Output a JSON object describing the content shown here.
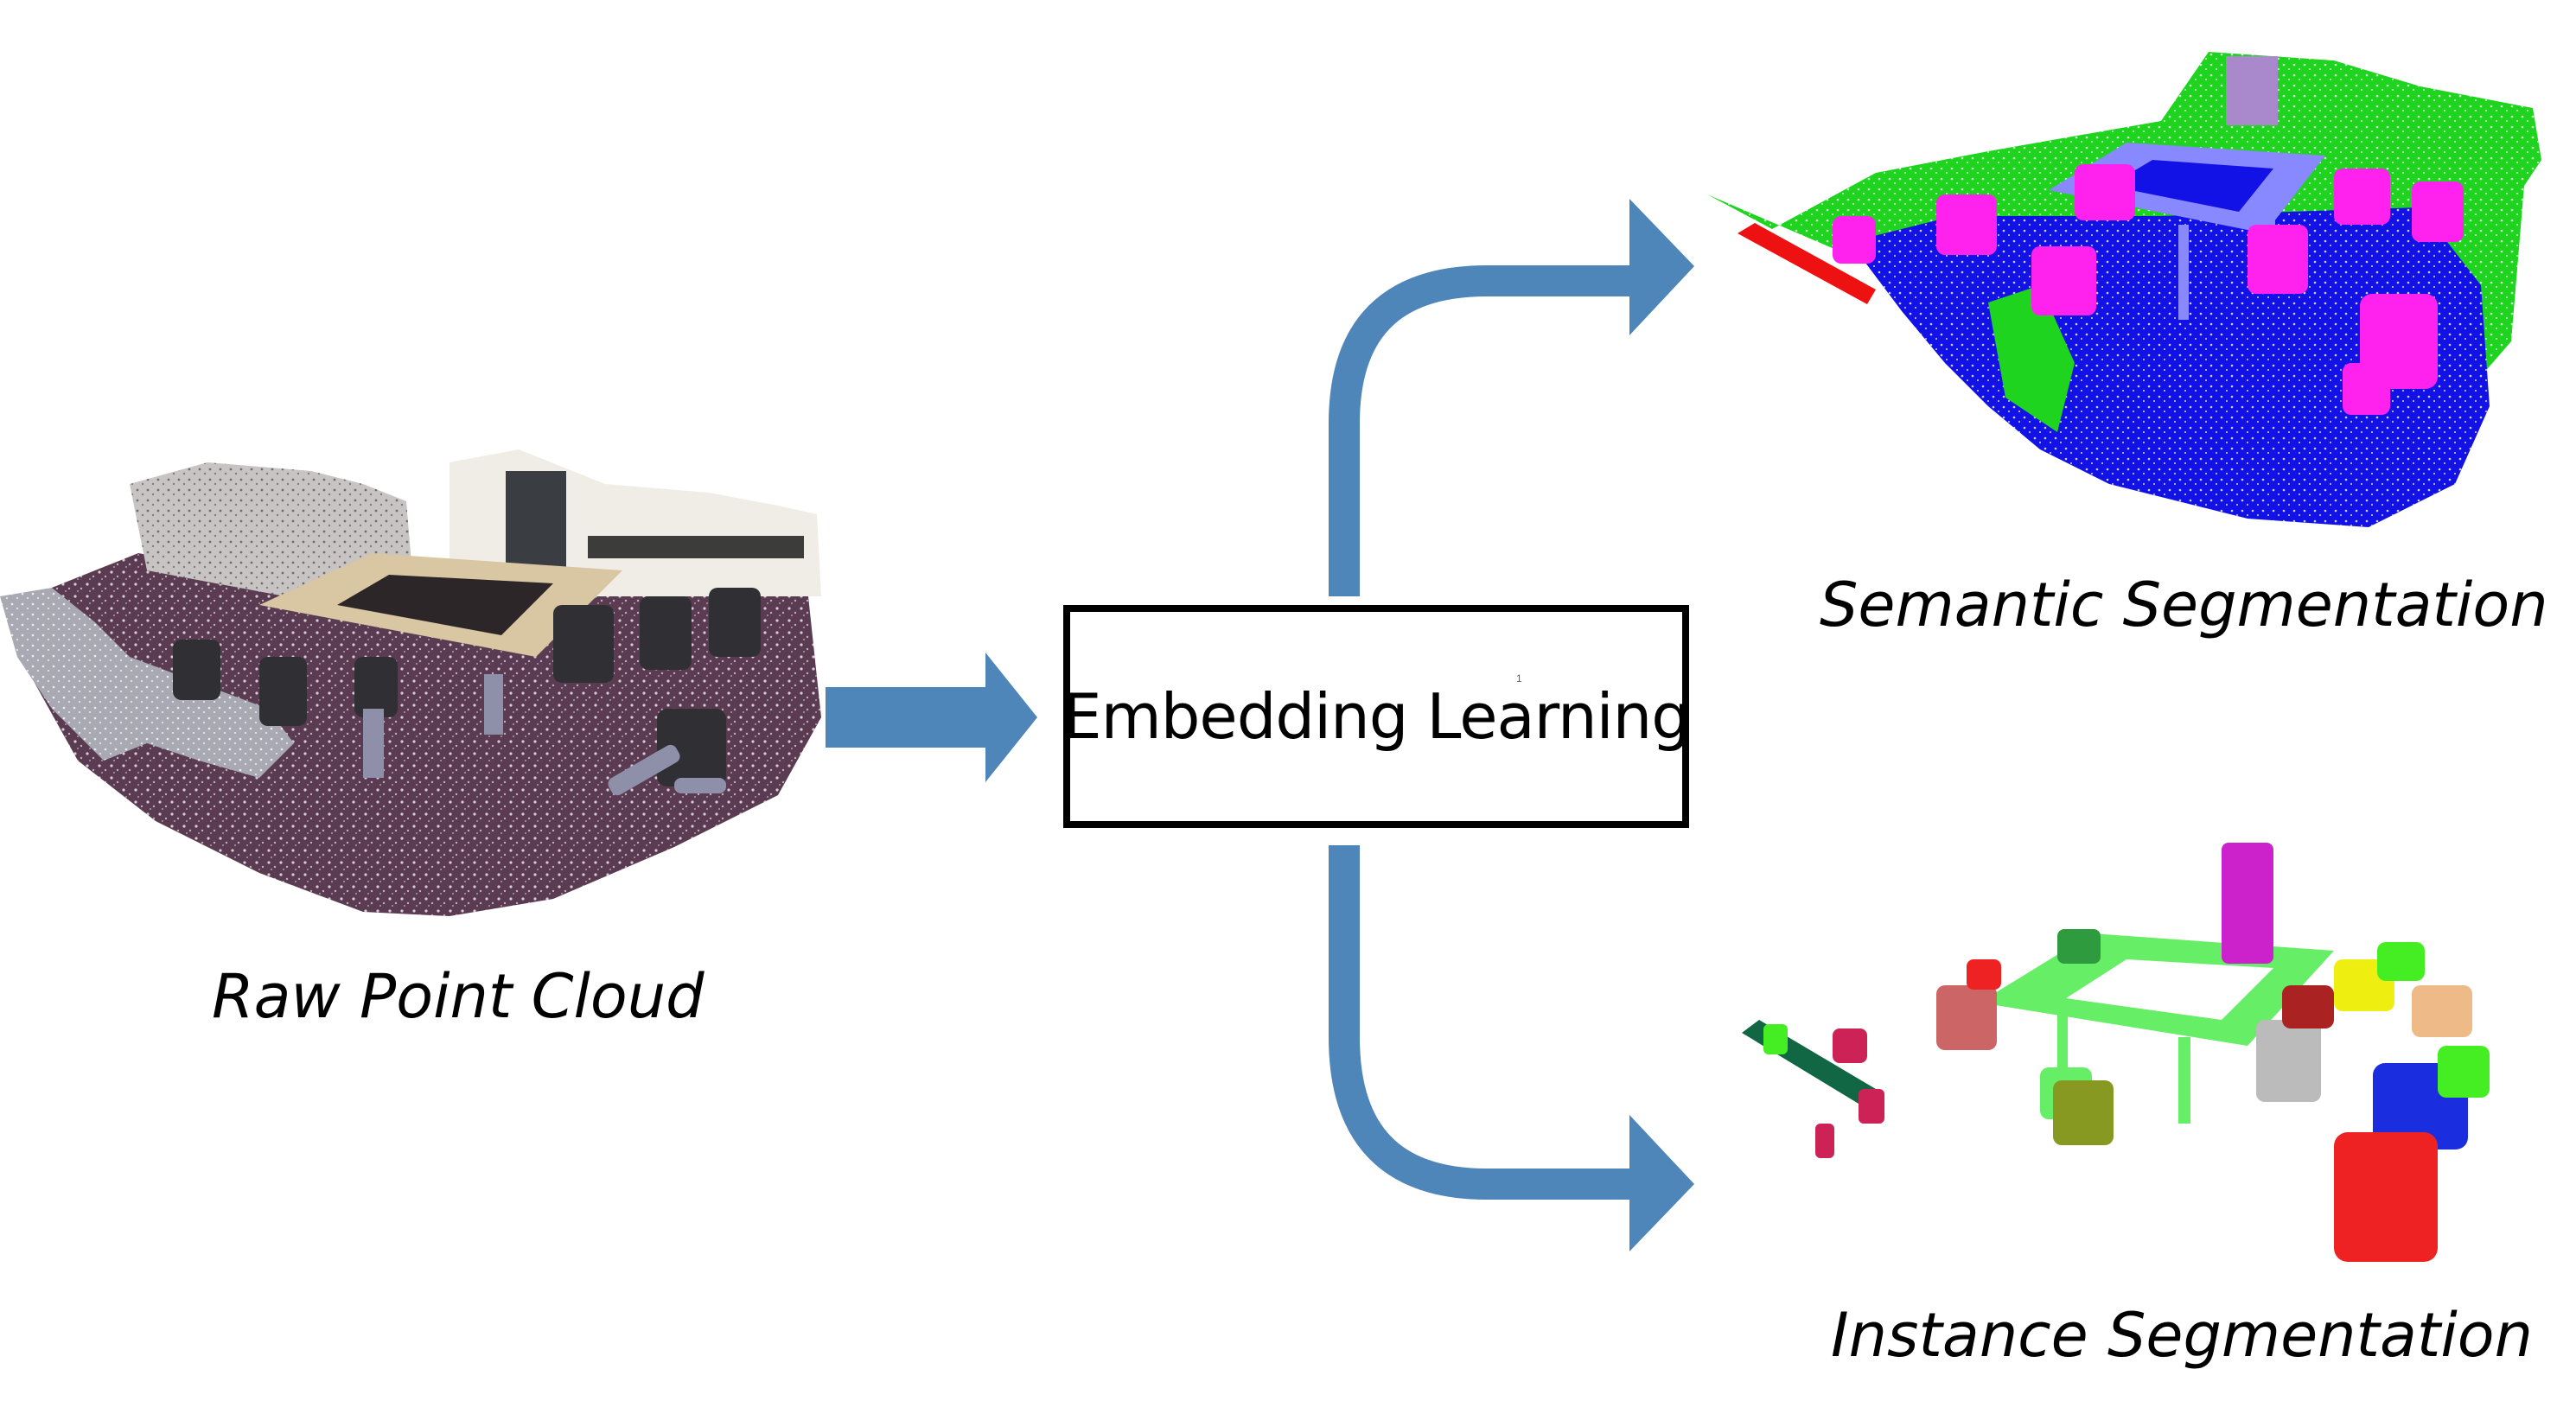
{
  "colors": {
    "arrow": "#4f86b9",
    "box_border": "#000000",
    "background": "#ffffff"
  },
  "captions": {
    "raw": "Raw Point Cloud",
    "semantic": "Semantic Segmentation",
    "instance": "Instance Segmentation"
  },
  "embedding": {
    "label": "Embedding Learning",
    "mark": "1"
  },
  "illustrations": {
    "raw": "raw-point-cloud-image",
    "semantic": "semantic-segmentation-image",
    "instance": "instance-segmentation-image"
  },
  "semantic_palette": [
    "#19e019",
    "#1414e6",
    "#ff22ee",
    "#8888ff",
    "#ee1111",
    "#aa88cc"
  ],
  "instance_palette": [
    "#66ee66",
    "#cc22cc",
    "#ee2222",
    "#1a2ee0",
    "#889922",
    "#cc6666",
    "#eeee11",
    "#bbbbbb",
    "#116644",
    "#cc2255",
    "#44ee22",
    "#eebb88"
  ]
}
